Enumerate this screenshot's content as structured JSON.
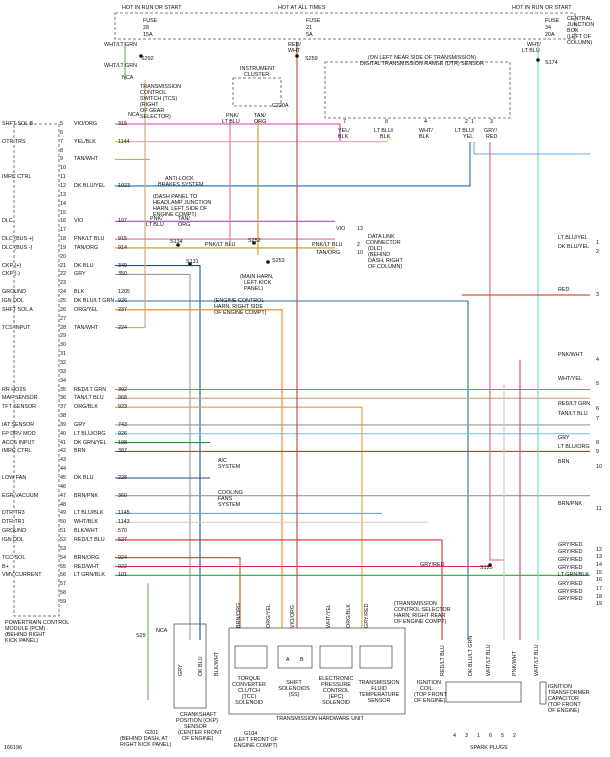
{
  "diagram_id": "166196",
  "top": {
    "left_hot": "HOT IN RUN OR START",
    "mid_hot": "HOT AT ALL TIMES",
    "right_hot": "HOT IN RUN OR START",
    "fuse1": [
      "FUSE",
      "28",
      "15A"
    ],
    "fuse2": [
      "FUSE",
      "21",
      "5A"
    ],
    "fuse3": [
      "FUSE",
      "34",
      "20A"
    ],
    "cjb": [
      "CENTRAL",
      "JUNCTION",
      "BOX",
      "(LEFT OF",
      "COLUMN)"
    ],
    "wht_lt_grn": "WHT/LT GRN",
    "red_wht": [
      "RED/",
      "WHT"
    ],
    "wht_lt_blu": [
      "WHT/",
      "LT BLU"
    ],
    "s292": "S292",
    "s259": "S259",
    "s174": "S174"
  },
  "dtr": {
    "title": [
      "(ON LEFT NEAR SIDE OF TRANSMISSION)",
      "DIGITAL TRANSMISSION RANGE (DTR) SENSOR"
    ],
    "pins": [
      "7",
      "8",
      "4",
      "2",
      "1",
      "3"
    ],
    "wires": [
      [
        "YEL/",
        "BLK"
      ],
      [
        "LT BLU/",
        "BLK"
      ],
      [
        "WHT/",
        "BLK"
      ],
      [
        "LT BLU/",
        "YEL"
      ],
      [
        "GRY/",
        "RED"
      ]
    ]
  },
  "tcs": {
    "label": [
      "TRANSMISSION",
      "CONTROL",
      "SWITCH (TCS)",
      "(RIGHT",
      "OF GEAR",
      "SELECTOR)"
    ],
    "nca": "NCA",
    "wire": "WHT/LT GRN"
  },
  "cluster": {
    "label": [
      "INSTRUMENT",
      "CLUSTER"
    ],
    "conn": "C220A",
    "w1": [
      "PNK/",
      "LT BLU"
    ],
    "w2": [
      "TAN/",
      "ORG"
    ]
  },
  "pcm": {
    "label": [
      "POWERTRAIN CONTROL",
      "MODULE (PCM)",
      "(BEHIND RIGHT",
      "KICK PANEL)"
    ],
    "pins": [
      {
        "n": "5",
        "fn": "SHFT SOL B",
        "wire": "VIO/ORG",
        "circ": "315"
      },
      {
        "n": "6",
        "fn": "",
        "wire": "",
        "circ": ""
      },
      {
        "n": "7",
        "fn": "OTR TRS",
        "wire": "YEL/BLK",
        "circ": "1144"
      },
      {
        "n": "8",
        "fn": "",
        "wire": "",
        "circ": ""
      },
      {
        "n": "9",
        "fn": "",
        "wire": "TAN/WHT",
        "circ": ""
      },
      {
        "n": "10",
        "fn": "",
        "wire": "",
        "circ": ""
      },
      {
        "n": "11",
        "fn": "IMRC CTRL",
        "wire": "",
        "circ": ""
      },
      {
        "n": "12",
        "fn": "",
        "wire": "DK BLU/YEL",
        "circ": "1023"
      },
      {
        "n": "13",
        "fn": "",
        "wire": "",
        "circ": ""
      },
      {
        "n": "14",
        "fn": "",
        "wire": "",
        "circ": ""
      },
      {
        "n": "15",
        "fn": "",
        "wire": "",
        "circ": ""
      },
      {
        "n": "16",
        "fn": "DLC",
        "wire": "VIO",
        "circ": "107"
      },
      {
        "n": "17",
        "fn": "",
        "wire": "",
        "circ": ""
      },
      {
        "n": "18",
        "fn": "DLC (BUS +)",
        "wire": "PNK/LT BLU",
        "circ": "915"
      },
      {
        "n": "19",
        "fn": "DLC (BUS -)",
        "wire": "TAN/ORG",
        "circ": "914"
      },
      {
        "n": "20",
        "fn": "",
        "wire": "",
        "circ": ""
      },
      {
        "n": "21",
        "fn": "CKP (+)",
        "wire": "DK BLU",
        "circ": "349"
      },
      {
        "n": "22",
        "fn": "CKP (-)",
        "wire": "GRY",
        "circ": "350"
      },
      {
        "n": "23",
        "fn": "",
        "wire": "",
        "circ": ""
      },
      {
        "n": "24",
        "fn": "GROUND",
        "wire": "BLK",
        "circ": "1205"
      },
      {
        "n": "25",
        "fn": "IGN DDL",
        "wire": "DK BLU/LT GRN",
        "circ": "926"
      },
      {
        "n": "26",
        "fn": "SHFT SOL A",
        "wire": "ORG/YEL",
        "circ": "237"
      },
      {
        "n": "27",
        "fn": "",
        "wire": "",
        "circ": ""
      },
      {
        "n": "28",
        "fn": "TCS INPUT",
        "wire": "TAN/WHT",
        "circ": "224"
      },
      {
        "n": "29",
        "fn": "",
        "wire": "",
        "circ": ""
      },
      {
        "n": "30",
        "fn": "",
        "wire": "",
        "circ": ""
      },
      {
        "n": "31",
        "fn": "",
        "wire": "",
        "circ": ""
      },
      {
        "n": "32",
        "fn": "",
        "wire": "",
        "circ": ""
      },
      {
        "n": "33",
        "fn": "",
        "wire": "",
        "circ": ""
      },
      {
        "n": "34",
        "fn": "",
        "wire": "",
        "circ": ""
      },
      {
        "n": "35",
        "fn": "RR HO2S",
        "wire": "RED/LT GRN",
        "circ": "392"
      },
      {
        "n": "36",
        "fn": "MAF SENSOR",
        "wire": "TAN/LT BLU",
        "circ": "968"
      },
      {
        "n": "37",
        "fn": "TFT SENSOR",
        "wire": "ORG/BLK",
        "circ": "923"
      },
      {
        "n": "38",
        "fn": "",
        "wire": "",
        "circ": ""
      },
      {
        "n": "39",
        "fn": "IAT SENSOR",
        "wire": "GRY",
        "circ": "743"
      },
      {
        "n": "40",
        "fn": "FP DRV MOD",
        "wire": "LT BLU/ORG",
        "circ": "926"
      },
      {
        "n": "41",
        "fn": "ACCS INPUT",
        "wire": "DK GRN/YEL",
        "circ": "198"
      },
      {
        "n": "42",
        "fn": "IMRC CTRL",
        "wire": "BRN",
        "circ": "387"
      },
      {
        "n": "43",
        "fn": "",
        "wire": "",
        "circ": ""
      },
      {
        "n": "44",
        "fn": "",
        "wire": "",
        "circ": ""
      },
      {
        "n": "45",
        "fn": "LOW FAN",
        "wire": "DK BLU",
        "circ": "228"
      },
      {
        "n": "46",
        "fn": "",
        "wire": "",
        "circ": ""
      },
      {
        "n": "47",
        "fn": "EGR VACUUM",
        "wire": "BRN/PNK",
        "circ": "360"
      },
      {
        "n": "48",
        "fn": "",
        "wire": "",
        "circ": ""
      },
      {
        "n": "49",
        "fn": "DTR TR3",
        "wire": "LT BLU/BLK",
        "circ": "1145"
      },
      {
        "n": "50",
        "fn": "DTR TR1",
        "wire": "WHT/BLK",
        "circ": "1143"
      },
      {
        "n": "51",
        "fn": "GROUND",
        "wire": "BLK/WHT",
        "circ": "570"
      },
      {
        "n": "52",
        "fn": "IGN DDL",
        "wire": "RED/LT BLU",
        "circ": "527"
      },
      {
        "n": "53",
        "fn": "",
        "wire": "",
        "circ": ""
      },
      {
        "n": "54",
        "fn": "TCC SOL",
        "wire": "BRN/ORG",
        "circ": "924"
      },
      {
        "n": "55",
        "fn": "B+",
        "wire": "RED/WHT",
        "circ": "922"
      },
      {
        "n": "56",
        "fn": "VMV CURRENT",
        "wire": "LT GRN/BLK",
        "circ": "101"
      },
      {
        "n": "57",
        "fn": "",
        "wire": "",
        "circ": ""
      },
      {
        "n": "58",
        "fn": "",
        "wire": "",
        "circ": ""
      },
      {
        "n": "59",
        "fn": "",
        "wire": "",
        "circ": ""
      }
    ]
  },
  "mid": {
    "dash_panel": [
      "(DASH PANEL TO",
      "HEADLAMP JUNCTION",
      "HARN, LEFT SIDE OF",
      "ENGINE COMPT)"
    ],
    "abs": [
      "ANTI-LOCK",
      "BRAKES SYSTEM"
    ],
    "abs_w1": [
      "PNK/",
      "LT BLU"
    ],
    "abs_w2": [
      "TAN/",
      "ORG"
    ],
    "s134": "S134",
    "s131": "S131",
    "s252": "S252",
    "s253": "S253",
    "main_harn": [
      "(MAIN HARN,",
      "LEFT KICK",
      "PANEL)"
    ],
    "engine_harn": [
      "(ENGINE CONTROL",
      "HARN, RIGHT SIDE",
      "OF ENGINE COMPT)"
    ],
    "dlc": [
      "DATA LINK",
      "CONNECTOR",
      "(DLC)",
      "(BEHIND",
      "DASH, RIGHT",
      "OF COLUMN)"
    ],
    "dlc_vio": "VIO",
    "dlc_pnk": "PNK/LT BLU",
    "dlc_tan": "TAN/ORG",
    "ac": [
      "A/C",
      "SYSTEM"
    ],
    "fans": [
      "COOLING",
      "FANS",
      "SYSTEM"
    ]
  },
  "right_wires": [
    {
      "n": "1",
      "label": "LT BLU/YEL"
    },
    {
      "n": "2",
      "label": "DK BLU/YEL"
    },
    {
      "n": "3",
      "label": "RED"
    },
    {
      "n": "4",
      "label": "PNK/WHT"
    },
    {
      "n": "5",
      "label": "WHT/YEL"
    },
    {
      "n": "6",
      "label": "RED/LT GRN"
    },
    {
      "n": "7",
      "label": "TAN/LT BLU"
    },
    {
      "n": "8",
      "label": "GRY"
    },
    {
      "n": "9",
      "label": "LT BLU/ORG"
    },
    {
      "n": "10",
      "label": "BRN"
    },
    {
      "n": "11",
      "label": "BRN/PNK"
    },
    {
      "n": "12",
      "label": "GRY/RED"
    },
    {
      "n": "13",
      "label": "GRY/RED"
    },
    {
      "n": "14",
      "label": "GRY/RED"
    },
    {
      "n": "15",
      "label": "GRY/RED"
    },
    {
      "n": "16",
      "label": "LT GRN/BLK"
    },
    {
      "n": "17",
      "label": "GRY/RED"
    },
    {
      "n": "18",
      "label": "GRY/RED"
    },
    {
      "n": "19",
      "label": "GRY/RED"
    }
  ],
  "bottom": {
    "tthu": "TRANSMISSION HARDWARE UNIT",
    "tcc": [
      "TORQUE",
      "CONVERTER",
      "CLUTCH",
      "(TCC)",
      "SOLENOID"
    ],
    "shift": [
      "SHIFT",
      "SOLENOIDS",
      "(SS)"
    ],
    "epc": [
      "ELECTRONIC",
      "PRESSURE",
      "CONTROL",
      "(EPC)",
      "SOLENOID"
    ],
    "tft": [
      "TRANSMISSION",
      "FLUID",
      "TEMPERATURE",
      "SENSOR"
    ],
    "sol_wires": [
      "BRN/ORG",
      "ORG/YEL",
      "VIO/ORG",
      "WHT/YEL",
      "ORG/BLK",
      "GRY/RED"
    ],
    "ss_a": "A",
    "ss_b": "B",
    "ckp": [
      "CRANKSHAFT",
      "POSITION (CKP)",
      "SENSOR",
      "(CENTER FRONT",
      "OF ENGINE)"
    ],
    "g201": [
      "G201",
      "(BEHIND DASH, AT",
      "RIGHT KICK PANEL)"
    ],
    "g104": [
      "G104",
      "(LEFT FRONT OF",
      "ENGINE COMPT)"
    ],
    "s29": "S29",
    "nca": "NCA",
    "ckp_w1": "GRY",
    "ckp_w2": "DK BLU",
    "blk_wht": "BLK/WHT",
    "s125": "S125",
    "tcsh": [
      "(TRANSMISSION",
      "CONTROL SELECTOR",
      "HARN, RIGHT REAR",
      "OF ENGINE COMPT)"
    ],
    "coil_wires": [
      "RED/LT BLU",
      "DK BLU/LT GRN",
      "WHT/LT BLU",
      "PNK/WHT",
      "WHT/LT BLU"
    ],
    "ignition_coil": [
      "IGNITION",
      "COIL",
      "(TOP FRONT",
      "OF ENGINE)"
    ],
    "capacitor": [
      "IGNITION",
      "TRANSFORMER",
      "CAPACITOR",
      "(TOP FRONT",
      "OF ENGINE)"
    ],
    "spark": "SPARK PLUGS",
    "spark_nums": [
      "4",
      "3",
      "1",
      "6",
      "5",
      "2"
    ],
    "s29b": "S29",
    "gryred": "GRY/RED"
  }
}
